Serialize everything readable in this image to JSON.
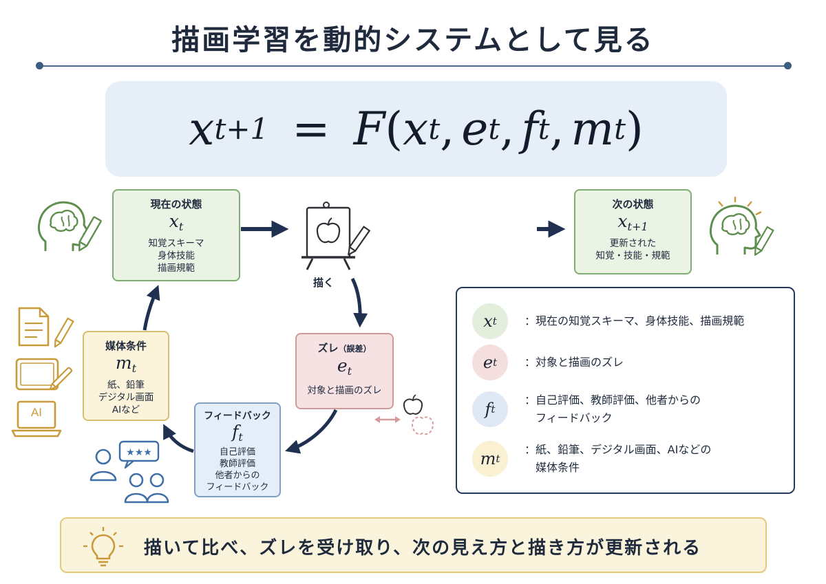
{
  "title": "描画学習を動的システムとして見る",
  "formula": {
    "lhs_var": "x",
    "lhs_sub": "t+1",
    "eq": "=",
    "func": "F",
    "open": "(",
    "close": ")",
    "args": [
      {
        "var": "x",
        "sub": "t"
      },
      {
        "var": "e",
        "sub": "t"
      },
      {
        "var": "f",
        "sub": "t"
      },
      {
        "var": "m",
        "sub": "t"
      }
    ],
    "comma": ","
  },
  "nodes": {
    "current": {
      "title": "現在の状態",
      "var": "x",
      "sub": "t",
      "lines": [
        "知覚スキーマ",
        "身体技能",
        "描画規範"
      ]
    },
    "error": {
      "title": "ズレ",
      "title_note": "（誤差）",
      "var": "e",
      "sub": "t",
      "lines": [
        "対象と描画のズレ"
      ]
    },
    "feedback": {
      "title": "フィードバック",
      "var": "f",
      "sub": "t",
      "lines": [
        "自己評価",
        "教師評価",
        "他者からの",
        "フィードバック"
      ]
    },
    "media": {
      "title": "媒体条件",
      "var": "m",
      "sub": "t",
      "lines": [
        "紙、鉛筆",
        "デジタル画面",
        "AIなど"
      ]
    },
    "next": {
      "title": "次の状態",
      "var": "x",
      "sub": "t+1",
      "lines": [
        "更新された",
        "知覚・技能・規範"
      ]
    }
  },
  "draw_label": "描く",
  "ai_icon_text": "AI",
  "legend": [
    {
      "var": "x",
      "sub": "t",
      "text": "：現在の知覚スキーマ、身体技能、描画規範",
      "color": "#e3efdc"
    },
    {
      "var": "e",
      "sub": "t",
      "text": "：対象と描画のズレ",
      "color": "#f5dede"
    },
    {
      "var": "f",
      "sub": "t",
      "text": "：自己評価、教師評価、他者からの",
      "text2": "フィードバック",
      "color": "#dfe9f6"
    },
    {
      "var": "m",
      "sub": "t",
      "text": "：紙、鉛筆、デジタル画面、AIなどの",
      "text2": "媒体条件",
      "color": "#faf0d2"
    }
  ],
  "banner": "描いて比べ、ズレを受け取り、次の見え方と描き方が更新される",
  "colors": {
    "navy": "#1f3050",
    "green": "#7fae73",
    "red": "#d19a9a",
    "blue": "#7f9fc6",
    "yellow": "#d6bd70",
    "icon_orange": "#c99a3a",
    "icon_blue": "#3f6fa8",
    "icon_green": "#5f8f4f"
  },
  "icons": [
    "head-brain-pencil-icon",
    "easel-apple-icon",
    "document-pencil-icon",
    "tablet-stylus-icon",
    "ai-laptop-icon",
    "people-rating-icon",
    "apple-compare-icon",
    "head-brain-lightbulb-icon",
    "lightbulb-icon"
  ]
}
